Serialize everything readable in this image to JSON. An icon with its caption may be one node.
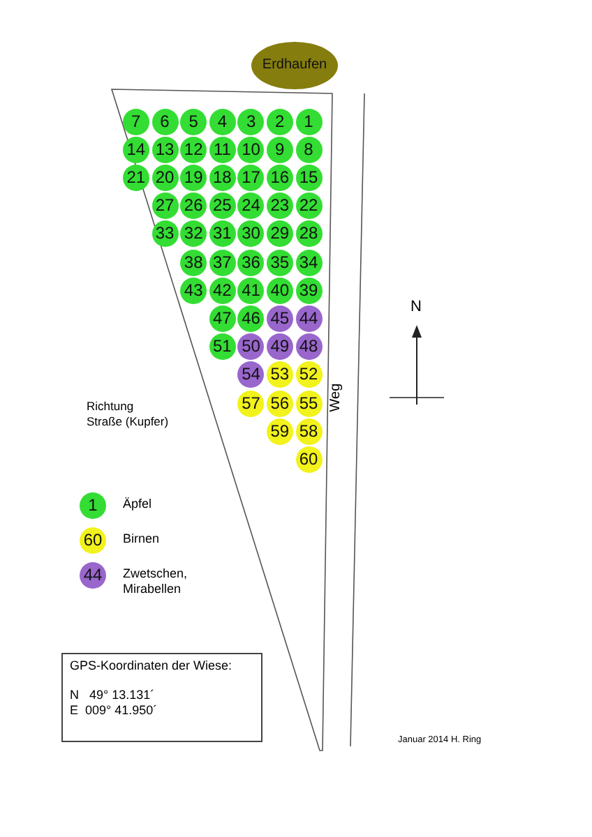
{
  "diagram": {
    "nodes": [
      {
        "text": [
          "Erdhaufen"
        ]
      },
      {
        "text": [],
        "shape": "polygon"
      },
      {
        "text": [
          "1"
        ],
        "in": 1
      },
      {
        "text": [
          "2"
        ],
        "in": 1
      },
      {
        "text": [
          "3"
        ],
        "in": 1
      },
      {
        "text": [
          "4"
        ],
        "in": 1
      },
      {
        "text": [
          "5"
        ],
        "in": 1
      },
      {
        "text": [
          "6"
        ],
        "in": 1
      },
      {
        "text": [
          "7"
        ],
        "in": 1
      },
      {
        "text": [
          "8"
        ],
        "in": 1
      },
      {
        "text": [
          "9"
        ],
        "in": 1
      },
      {
        "text": [
          "10"
        ],
        "in": 1
      },
      {
        "text": [
          "11"
        ],
        "in": 1
      },
      {
        "text": [
          "12"
        ],
        "in": 1
      },
      {
        "text": [
          "13"
        ],
        "in": 1
      },
      {
        "text": [
          "14"
        ],
        "in": 1
      },
      {
        "text": [
          "15"
        ],
        "in": 1
      },
      {
        "text": [
          "16"
        ],
        "in": 1
      },
      {
        "text": [
          "17"
        ],
        "in": 1
      },
      {
        "text": [
          "18"
        ],
        "in": 1
      },
      {
        "text": [
          "19"
        ],
        "in": 1
      },
      {
        "text": [
          "20"
        ],
        "in": 1
      },
      {
        "text": [
          "21"
        ],
        "in": 1
      },
      {
        "text": [
          "22"
        ],
        "in": 1
      },
      {
        "text": [
          "23"
        ],
        "in": 1
      },
      {
        "text": [
          "24"
        ],
        "in": 1
      },
      {
        "text": [
          "25"
        ],
        "in": 1
      },
      {
        "text": [
          "26"
        ],
        "in": 1
      },
      {
        "text": [
          "27"
        ],
        "in": 1
      },
      {
        "text": [
          "28"
        ],
        "in": 1
      },
      {
        "text": [
          "29"
        ],
        "in": 1
      },
      {
        "text": [
          "30"
        ],
        "in": 1
      },
      {
        "text": [
          "31"
        ],
        "in": 1
      },
      {
        "text": [
          "32"
        ],
        "in": 1
      },
      {
        "text": [
          "33"
        ],
        "in": 1
      },
      {
        "text": [
          "34"
        ],
        "in": 1
      },
      {
        "text": [
          "35"
        ],
        "in": 1
      },
      {
        "text": [
          "36"
        ],
        "in": 1
      },
      {
        "text": [
          "37"
        ],
        "in": 1
      },
      {
        "text": [
          "38"
        ],
        "in": 1
      },
      {
        "text": [
          "39"
        ],
        "in": 1
      },
      {
        "text": [
          "40"
        ],
        "in": 1
      },
      {
        "text": [
          "41"
        ],
        "in": 1
      },
      {
        "text": [
          "42"
        ],
        "in": 1
      },
      {
        "text": [
          "43"
        ],
        "in": 1
      },
      {
        "text": [
          "44"
        ],
        "in": 1
      },
      {
        "text": [
          "45"
        ],
        "in": 1
      },
      {
        "text": [
          "46"
        ],
        "in": 1
      },
      {
        "text": [
          "47"
        ],
        "in": 1
      },
      {
        "text": [
          "48"
        ],
        "in": 1
      },
      {
        "text": [
          "49"
        ],
        "in": 1
      },
      {
        "text": [
          "50"
        ],
        "in": 1
      },
      {
        "text": [
          "51"
        ],
        "in": 1
      },
      {
        "text": [
          "52"
        ],
        "in": 1
      },
      {
        "text": [
          "53"
        ],
        "in": 1
      },
      {
        "text": [
          "54"
        ],
        "in": 1
      },
      {
        "text": [
          "55"
        ],
        "in": 1
      },
      {
        "text": [
          "56"
        ],
        "in": 1
      },
      {
        "text": [
          "57"
        ],
        "in": 1
      },
      {
        "text": [
          "58"
        ],
        "in": 1
      },
      {
        "text": [
          "59"
        ],
        "in": 1
      },
      {
        "text": [
          "60"
        ],
        "in": 1
      },
      {
        "text": [
          "GPS-Koordinaten der Wiese:",
          "N   49° 13.131´",
          "E  009° 41.950´"
        ]
      }
    ],
    "labels": [
      "N",
      "Weg",
      "Richtung Straße (Kupfer)",
      "1",
      "60",
      "44",
      "Januar 2014 H. Ring"
    ],
    "legend": [
      {
        "text": "Äpfel",
        "color": "#33dd33"
      },
      {
        "text": "Birnen",
        "color": "#f2f21c"
      },
      {
        "text": "Zwetschen, Mirabellen",
        "color": "#9966cc"
      }
    ]
  }
}
